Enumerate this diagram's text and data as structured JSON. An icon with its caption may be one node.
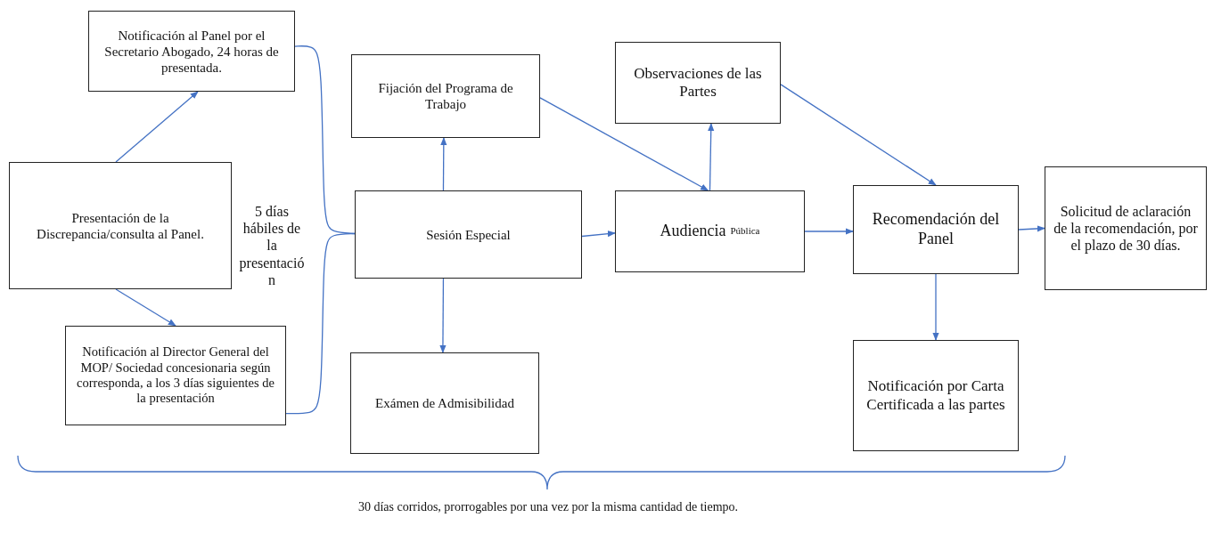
{
  "diagram": {
    "nodes": [
      {
        "text": [
          "Notificación al Panel por el Secretario Abogado, 24 horas de presentada."
        ]
      },
      {
        "text": [
          "Presentación de la Discrepancia/consulta al Panel."
        ]
      },
      {
        "text": [
          "Notificación al Director General del MOP/ Sociedad concesionaria según corresponda, a los 3 días siguientes de la presentación"
        ]
      },
      {
        "text": [
          "Fijación del Programa de Trabajo"
        ]
      },
      {
        "text": [
          "Sesión Especial"
        ]
      },
      {
        "text": [
          "Exámen de Admisibilidad"
        ]
      },
      {
        "text": [
          "Observaciones de las Partes"
        ]
      },
      {
        "text": [
          "Audiencia",
          "Pública"
        ]
      },
      {
        "text": [
          "Recomendación del Panel"
        ]
      },
      {
        "text": [
          "Solicitud de aclaración de la recomendación, por el plazo de 30 días."
        ]
      },
      {
        "text": [
          "Notificación por Carta Certificada a las partes"
        ]
      }
    ],
    "edges": [
      {
        "from": 1,
        "to": 0,
        "arrow": "to"
      },
      {
        "from": 1,
        "to": 2,
        "arrow": "to"
      },
      {
        "from": 0,
        "to": 4,
        "arrow": "none"
      },
      {
        "from": 2,
        "to": 4,
        "arrow": "none"
      },
      {
        "from": 4,
        "to": 3,
        "arrow": "to"
      },
      {
        "from": 4,
        "to": 5,
        "arrow": "to"
      },
      {
        "from": 4,
        "to": 7,
        "arrow": "to"
      },
      {
        "from": 3,
        "to": 7,
        "arrow": "to"
      },
      {
        "from": 7,
        "to": 6,
        "arrow": "to"
      },
      {
        "from": 6,
        "to": 8,
        "arrow": "to"
      },
      {
        "from": 7,
        "to": 8,
        "arrow": "to"
      },
      {
        "from": 8,
        "to": 9,
        "arrow": "to"
      },
      {
        "from": 8,
        "to": 10,
        "arrow": "to"
      }
    ],
    "labels": [
      "5 días hábiles de la presentación",
      "30 días corridos, prorrogables por una vez por la misma cantidad de tiempo."
    ]
  }
}
